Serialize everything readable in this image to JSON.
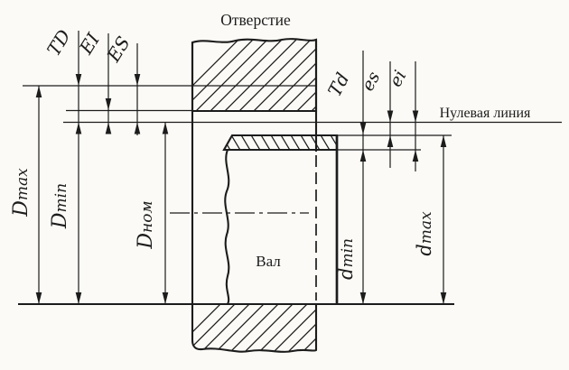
{
  "figure": {
    "hole_title": "Отверстие",
    "shaft_label": "Вал",
    "zero_line_label": "Нулевая линия"
  },
  "hole_dims": {
    "TD": "TD",
    "EI": "EI",
    "ES": "ES",
    "Dmax": {
      "base": "D",
      "sub": "max"
    },
    "Dmin": {
      "base": "D",
      "sub": "min"
    },
    "Dnom": {
      "base": "D",
      "sub": "ном"
    }
  },
  "shaft_dims": {
    "Td": "Td",
    "es": "es",
    "ei": "ei",
    "dmin": {
      "base": "d",
      "sub": "min"
    },
    "dmax": {
      "base": "d",
      "sub": "max"
    }
  },
  "colors": {
    "ink": "#1c1c1c",
    "paper": "#fbfaf6"
  }
}
